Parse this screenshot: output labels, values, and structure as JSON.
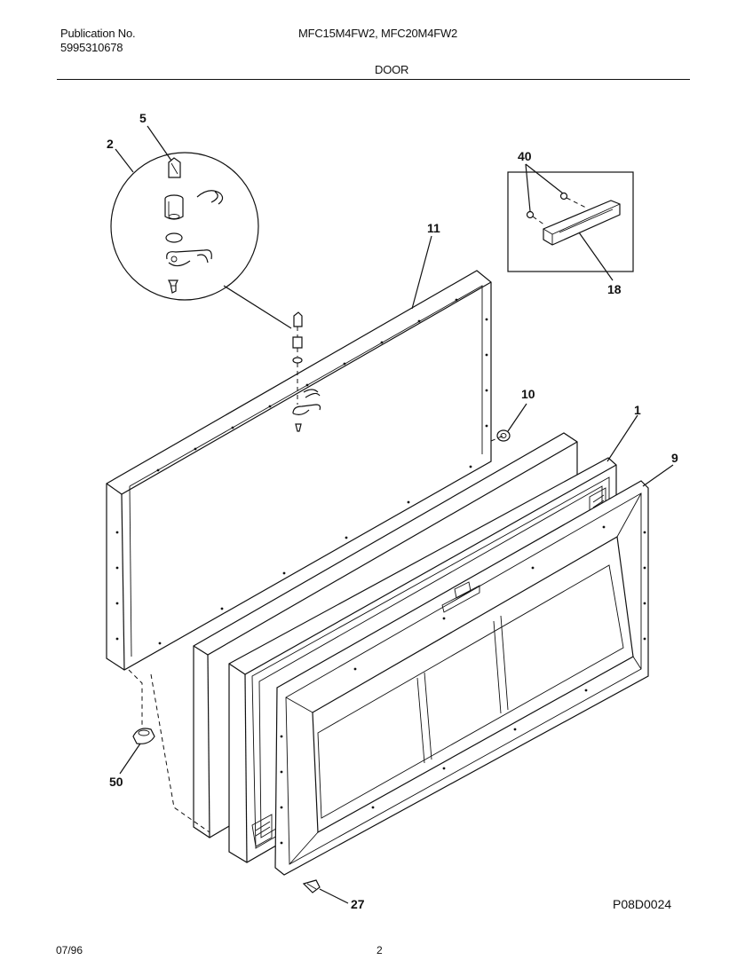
{
  "header": {
    "publication_label": "Publication No.",
    "publication_number": "5995310678",
    "models": "MFC15M4FW2, MFC20M4FW2",
    "section_title": "DOOR"
  },
  "callouts": {
    "c5": "5",
    "c2": "2",
    "c40": "40",
    "c11": "11",
    "c18": "18",
    "c10": "10",
    "c1": "1",
    "c9": "9",
    "c50": "50",
    "c27": "27"
  },
  "diagram_id": "P08D0024",
  "footer": {
    "date": "07/96",
    "page_number": "2"
  }
}
